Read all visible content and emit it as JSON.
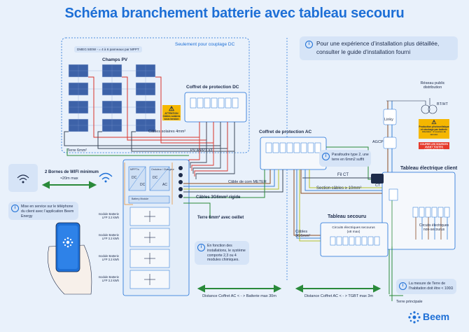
{
  "title": "Schéma branchement batterie avec tableau secouru",
  "header_note": {
    "line1": "Pour une expérience d’installation plus détaillée,",
    "line2": "consulter le guide d’installation fourni"
  },
  "dc_zone_label": "Seulement pour couplage DC",
  "dmeg_badge": "DMEG 500W - = 4 à 6 panneaux par MPPT",
  "champs_pv": "Champs PV",
  "coffret_dc": "Coffret de protection DC",
  "coffret_ac": "Coffret de protection AC",
  "cables_solaires": "Câbles solaires 4mm²",
  "terre_6mm_top": "Terre 6mm²",
  "pv_mppt": "PV MPPT x3",
  "reseau_public": "Réseau public distribution",
  "bt_ht": "BT/HT",
  "linky": "Linky",
  "agcp": "AGCP",
  "production_sign": "Production photovoltaïque et stockage par batterie",
  "production_sign2": "Attention : 2 sources de tension",
  "couper_sign": "COUPER LES SOURCES AVANT TOUTES INTERVENTIONS",
  "attention_sign": "ATTENTION Câbles solaires sous tension",
  "wifi_label": "2 Bornes de WIFI minimum",
  "wifi_dist": "≈20m max",
  "cable_meter": "Câble de com METER",
  "cables_306_rigide": "Câbles 3G6mm² rigide",
  "terre_oeillet": "Terre 6mm² avec oeillet",
  "fil_ct": "Fil CT",
  "ct": "CT",
  "section_cables": "Section câbles ≥ 10mm²",
  "tableau_client": "Tableau électrique client",
  "tableau_secouru": "Tableau secouru",
  "cables_306": "Câbles 3G6mm²",
  "circuits_secourus": "Circuits électriques secourus (x8 max)",
  "circuits_non_secourus": "Circuits électriques non-secourus",
  "parafoudre_note": "Parafoudre type 2, une terre en 6mm2 suffit",
  "app_note": "Mise en service sur le téléphone du client avec l’application Beem Energy",
  "modules_note": "En fonction des installations, le système comporte 2,3 ou 4 modules chimiques.",
  "terre_note": "La mesure de Terre de l’habitation doit être < 100Ω",
  "terre_principale": "Terre principale",
  "dist_batterie": "Distance Coffret AC < - > Batterie max 30m",
  "dist_tgbt": "Distance Coffret AC < - > TGBT max 3m",
  "onduleur_labels": {
    "mppt": "MPPT/s",
    "onduleur": "Onduleur / Chargeur",
    "dc1": "DC",
    "dc2": "DC",
    "dc3": "DC",
    "ac": "AC",
    "battery": "Battery Module"
  },
  "modules": [
    "module Batterie LFP 3.3 kWh",
    "module Batterie LFP 3.3 kWh",
    "module Batterie LFP 3.3 kWh",
    "module Batterie LFP 3.3 kWh"
  ],
  "brand": "Beem",
  "colors": {
    "accent": "#1d6fd6",
    "brown": "#8a4b22",
    "orange": "#e58a2c",
    "red": "#d9342b",
    "green": "#2a8a3a",
    "yellowgreen": "#b8c22a",
    "grey": "#3b4759"
  }
}
